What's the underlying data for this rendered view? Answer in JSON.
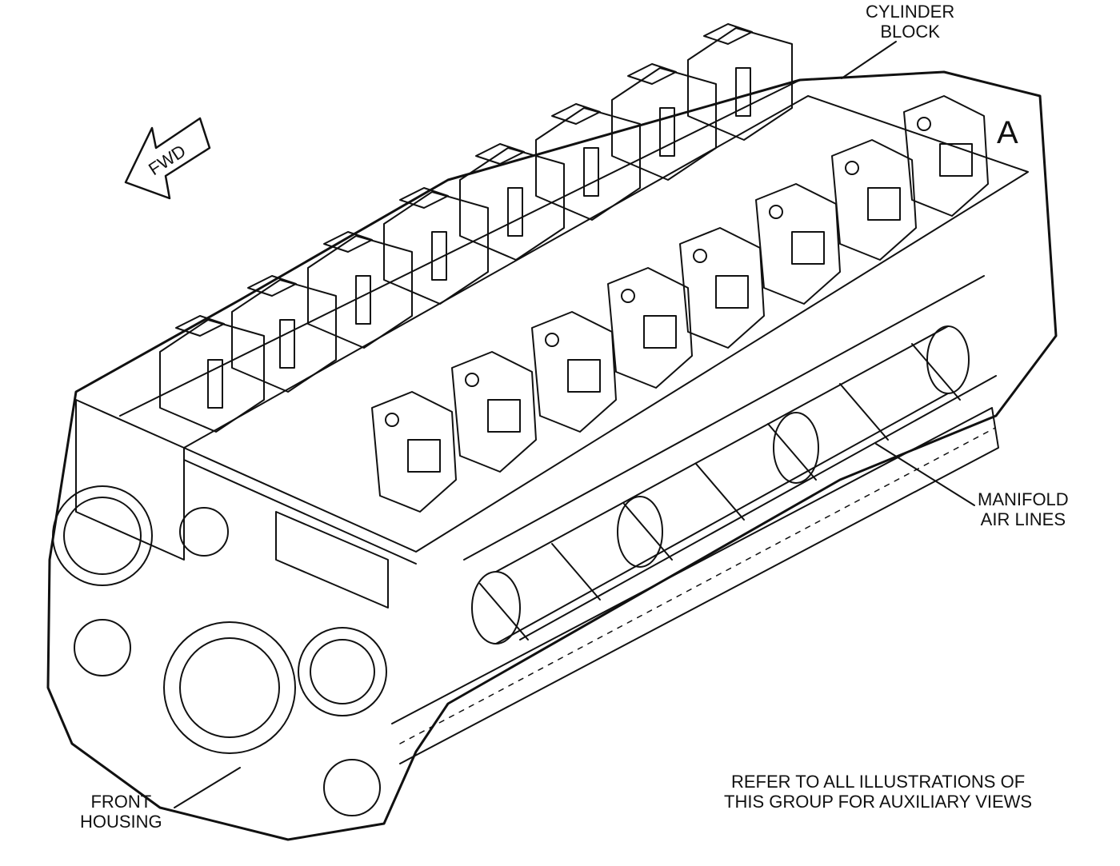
{
  "labels": {
    "cylinder_block": [
      "CYLINDER",
      "BLOCK"
    ],
    "manifold_air_lines": [
      "MANIFOLD",
      "AIR LINES"
    ],
    "front_housing": [
      "FRONT",
      "HOUSING"
    ],
    "view_letter": "A",
    "fwd": "FWD",
    "note": [
      "REFER TO ALL ILLUSTRATIONS OF",
      "THIS GROUP FOR AUXILIARY VIEWS"
    ]
  },
  "colors": {
    "line": "#111111",
    "background": "#ffffff"
  },
  "icons": [
    "fwd-arrow-icon"
  ]
}
